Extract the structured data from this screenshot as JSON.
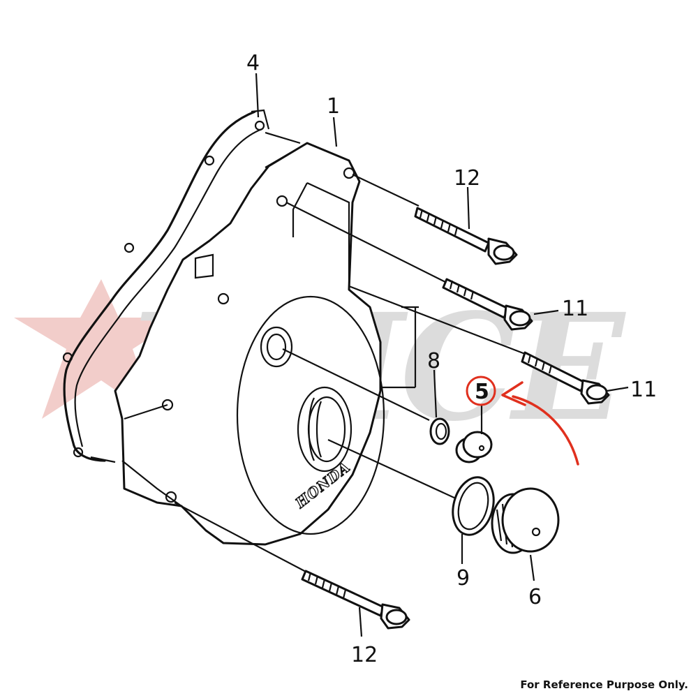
{
  "callouts": {
    "c1": "1",
    "c4": "4",
    "c5": "5",
    "c6": "6",
    "c8": "8",
    "c9": "9",
    "c11a": "11",
    "c11b": "11",
    "c12a": "12",
    "c12b": "12"
  },
  "part_markings": {
    "cover_brand": "HONDA"
  },
  "watermark": {
    "text": "VMCE"
  },
  "footer": {
    "note": "For Reference Purpose Only."
  },
  "colors": {
    "highlight": "#e0301e",
    "watermark": "#d8d8d8",
    "watermark_star": "#f0c4c0",
    "line": "#111111"
  }
}
